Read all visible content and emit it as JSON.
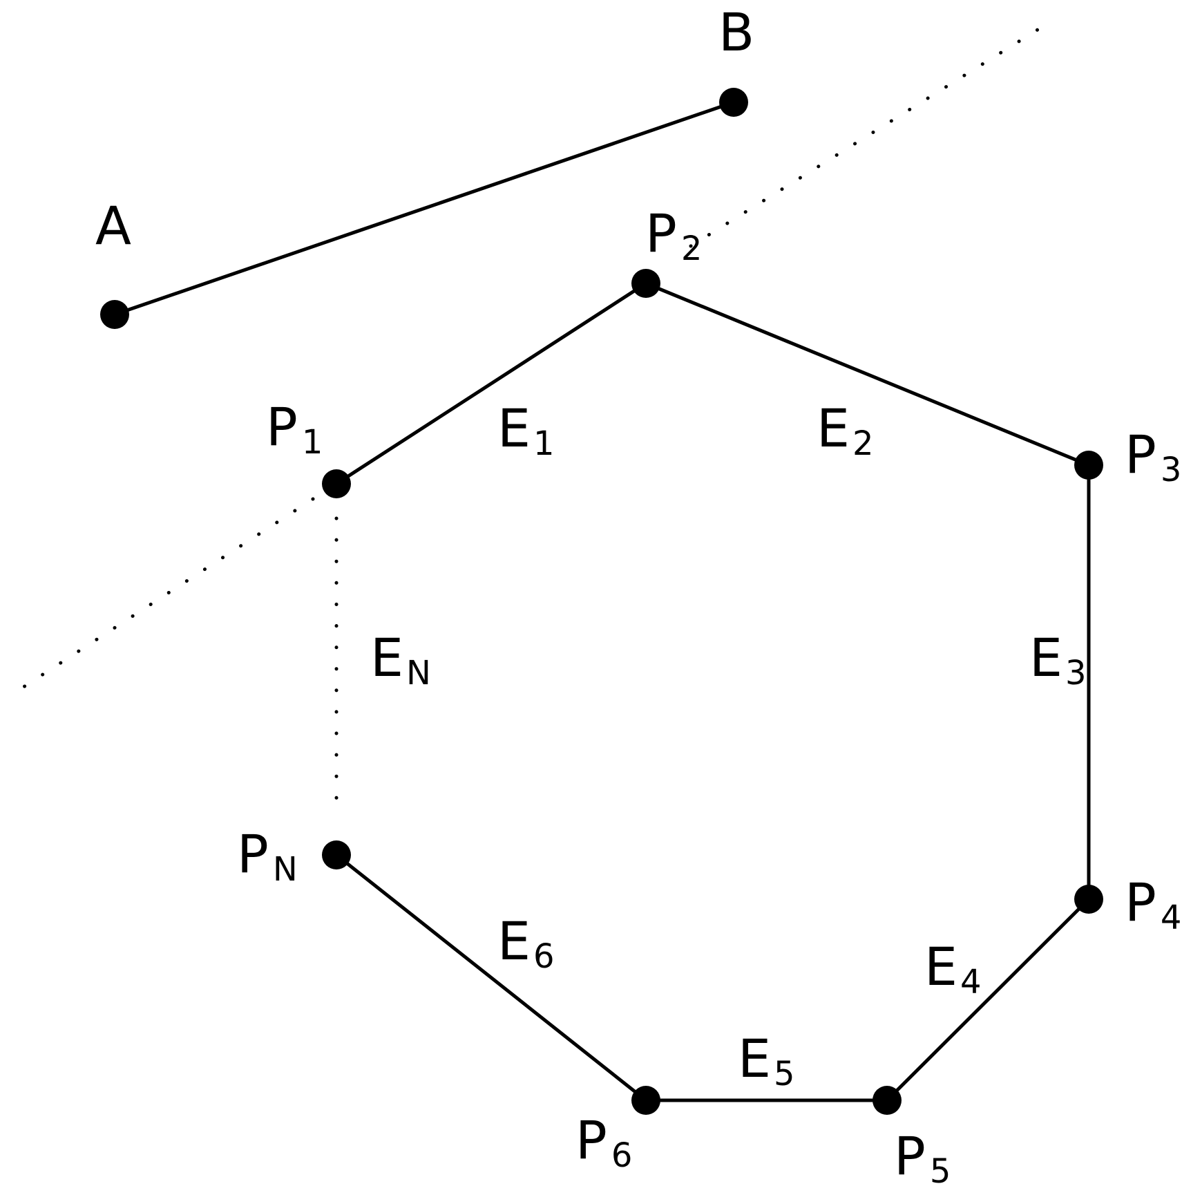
{
  "points": {
    "A": "A",
    "B": "B"
  },
  "vertices": {
    "p1": {
      "main": "P",
      "sub": "1"
    },
    "p2": {
      "main": "P",
      "sub": "2"
    },
    "p3": {
      "main": "P",
      "sub": "3"
    },
    "p4": {
      "main": "P",
      "sub": "4"
    },
    "p5": {
      "main": "P",
      "sub": "5"
    },
    "p6": {
      "main": "P",
      "sub": "6"
    },
    "pn": {
      "main": "P",
      "sub": "N"
    }
  },
  "edges": {
    "e1": {
      "main": "E",
      "sub": "1"
    },
    "e2": {
      "main": "E",
      "sub": "2"
    },
    "e3": {
      "main": "E",
      "sub": "3"
    },
    "e4": {
      "main": "E",
      "sub": "4"
    },
    "e5": {
      "main": "E",
      "sub": "5"
    },
    "e6": {
      "main": "E",
      "sub": "6"
    },
    "en": {
      "main": "E",
      "sub": "N"
    }
  }
}
